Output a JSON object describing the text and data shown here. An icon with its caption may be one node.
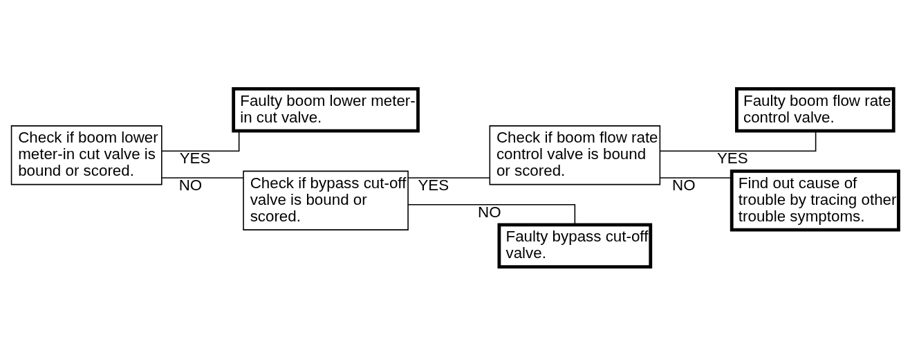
{
  "diagram": {
    "nodes": [
      {
        "text": [
          "Check if boom lower meter-in cut valve is bound or scored."
        ]
      },
      {
        "text": [
          "Faulty boom lower meter-in cut valve."
        ]
      },
      {
        "text": [
          "Check if bypass cut-off valve is bound or scored."
        ]
      },
      {
        "text": [
          "Check if boom flow rate control valve is bound or scored."
        ]
      },
      {
        "text": [
          "Faulty boom flow rate control valve."
        ]
      },
      {
        "text": [
          "Find out cause of trouble by tracing other trouble symptoms."
        ]
      },
      {
        "text": [
          "Faulty bypass cut-off valve."
        ]
      }
    ],
    "edges": [
      {
        "from": 0,
        "to": 1,
        "arrow": "none",
        "label": "YES"
      },
      {
        "from": 0,
        "to": 2,
        "arrow": "none",
        "label": "NO"
      },
      {
        "from": 2,
        "to": 3,
        "arrow": "none",
        "label": "YES"
      },
      {
        "from": 2,
        "to": 6,
        "arrow": "none",
        "label": "NO"
      },
      {
        "from": 3,
        "to": 4,
        "arrow": "none",
        "label": "YES"
      },
      {
        "from": 3,
        "to": 5,
        "arrow": "none",
        "label": "NO"
      }
    ]
  }
}
